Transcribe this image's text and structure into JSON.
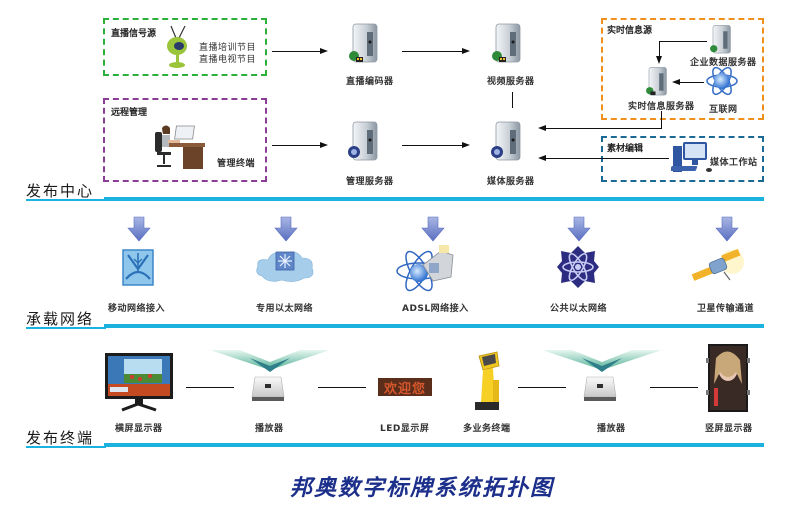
{
  "diagram": {
    "title": "邦奥数字标牌系统拓扑图",
    "accent_color": "#1cb2e0",
    "sections": [
      {
        "id": "publishing-center",
        "label": "发布中心"
      },
      {
        "id": "carrier-network",
        "label": "承载网络"
      },
      {
        "id": "publishing-terminal",
        "label": "发布终端"
      }
    ],
    "publishing_center": {
      "live_source_box": {
        "title": "直播信号源",
        "border_color": "#2bb03a",
        "icon": "tv-antenna-icon",
        "items": [
          "直播培训节目",
          "直播电视节目"
        ]
      },
      "remote_mgmt_box": {
        "title": "远程管理",
        "border_color": "#8a3d94",
        "icon": "office-worker-icon",
        "label": "管理终端"
      },
      "realtime_box": {
        "title": "实时信息源",
        "border_color": "#f0901c",
        "nodes": [
          {
            "label": "企业数据服务器",
            "icon": "server-icon"
          },
          {
            "label": "实时信息服务器",
            "icon": "server-icon"
          },
          {
            "label": "互联网",
            "icon": "atom-network-icon"
          }
        ]
      },
      "material_box": {
        "title": "素材编辑",
        "border_color": "#1b6a96",
        "icon": "workstation-icon",
        "label": "媒体工作站"
      },
      "servers": [
        {
          "id": "encoder",
          "label": "直播编码器",
          "icon": "server-icon"
        },
        {
          "id": "video",
          "label": "视频服务器",
          "icon": "server-icon"
        },
        {
          "id": "mgmt",
          "label": "管理服务器",
          "icon": "server-icon"
        },
        {
          "id": "media",
          "label": "媒体服务器",
          "icon": "server-icon"
        }
      ]
    },
    "carrier_network": {
      "items": [
        {
          "label": "移动网络接入",
          "icon": "mobile-network-icon"
        },
        {
          "label": "专用以太网络",
          "icon": "cloud-switch-icon"
        },
        {
          "label": "ADSL网络接入",
          "icon": "adsl-modem-icon"
        },
        {
          "label": "公共以太网络",
          "icon": "atom-network-icon"
        },
        {
          "label": "卫星传输通道",
          "icon": "satellite-icon"
        }
      ]
    },
    "terminals": {
      "items": [
        {
          "label": "横屏显示器",
          "icon": "landscape-monitor-icon"
        },
        {
          "label": "播放器",
          "icon": "player-box-icon"
        },
        {
          "label": "LED显示屏",
          "icon": "led-display-icon",
          "display_text": "欢迎您"
        },
        {
          "label": "多业务终端",
          "icon": "kiosk-icon"
        },
        {
          "label": "播放器",
          "icon": "player-box-icon"
        },
        {
          "label": "竖屏显示器",
          "icon": "portrait-display-icon"
        }
      ]
    }
  }
}
